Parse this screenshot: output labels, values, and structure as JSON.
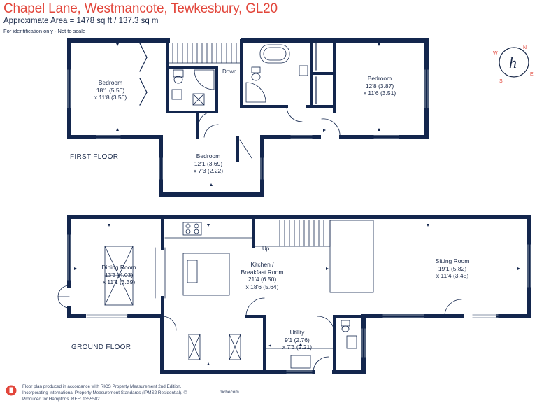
{
  "header": {
    "title": "Chapel Lane, Westmancote, Tewkesbury, GL20",
    "area": "Approximate Area = 1478 sq ft / 137.3 sq m",
    "note": "For identification only - Not to scale"
  },
  "floors": {
    "first": {
      "label": "FIRST FLOOR",
      "rooms": [
        {
          "name": "Bedroom",
          "dim1": "18'1 (5.50)",
          "dim2": "x 11'8 (3.56)"
        },
        {
          "name": "Bedroom",
          "dim1": "12'8 (3.87)",
          "dim2": "x 11'6 (3.51)"
        },
        {
          "name": "Bedroom",
          "dim1": "12'1 (3.69)",
          "dim2": "x 7'3 (2.22)"
        }
      ],
      "stair_label": "Down"
    },
    "ground": {
      "label": "GROUND FLOOR",
      "rooms": [
        {
          "name": "Dining Room",
          "dim1": "13'3 (4.03)",
          "dim2": "x 11'1 (3.39)"
        },
        {
          "name": "Kitchen /",
          "name2": "Breakfast Room",
          "dim1": "21'4 (6.50)",
          "dim2": "x 18'6 (5.64)"
        },
        {
          "name": "Sitting Room",
          "dim1": "19'1 (5.82)",
          "dim2": "x 11'4 (3.45)"
        },
        {
          "name": "Utility",
          "dim1": "9'1 (2.76)",
          "dim2": "x 7'3 (2.21)"
        }
      ],
      "stair_label": "Up"
    }
  },
  "compass": {
    "n": "N",
    "e": "E",
    "s": "S",
    "w": "W",
    "logo": "h"
  },
  "footer": {
    "line1": "Floor plan produced in accordance with RICS Property Measurement 2nd Edition,",
    "line2": "Incorporating International Property Measurement Standards (IPMS2 Residential).  ©",
    "line3": "Produced for Hamptons.   REF:    1355502",
    "brand": "nichecom"
  },
  "colors": {
    "wall": "#13264d",
    "title": "#e2463b",
    "compass": "#e2463b",
    "window": "#8a95a8"
  }
}
